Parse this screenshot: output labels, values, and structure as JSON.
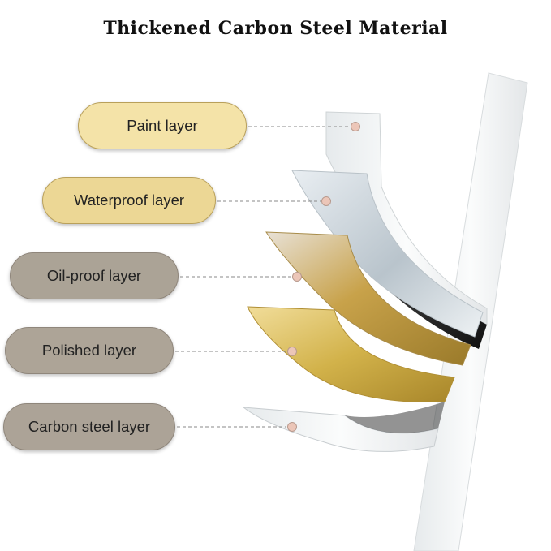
{
  "title": "Thickened Carbon Steel Material",
  "layers": [
    {
      "label": "Paint layer",
      "fill": "#f4e3a8"
    },
    {
      "label": "Waterproof layer",
      "fill": "#ecd795"
    },
    {
      "label": "Oil-proof layer",
      "fill": "#aba396"
    },
    {
      "label": "Polished layer",
      "fill": "#ada497"
    },
    {
      "label": "Carbon steel layer",
      "fill": "#aca397"
    }
  ],
  "colors": {
    "leader_line": "#8a8a8a",
    "marker_dot": "#ecc6b8",
    "gold_layer": "#c9a835",
    "dark_layer": "#2a2a2a",
    "white_layer": "#eef0f1"
  }
}
